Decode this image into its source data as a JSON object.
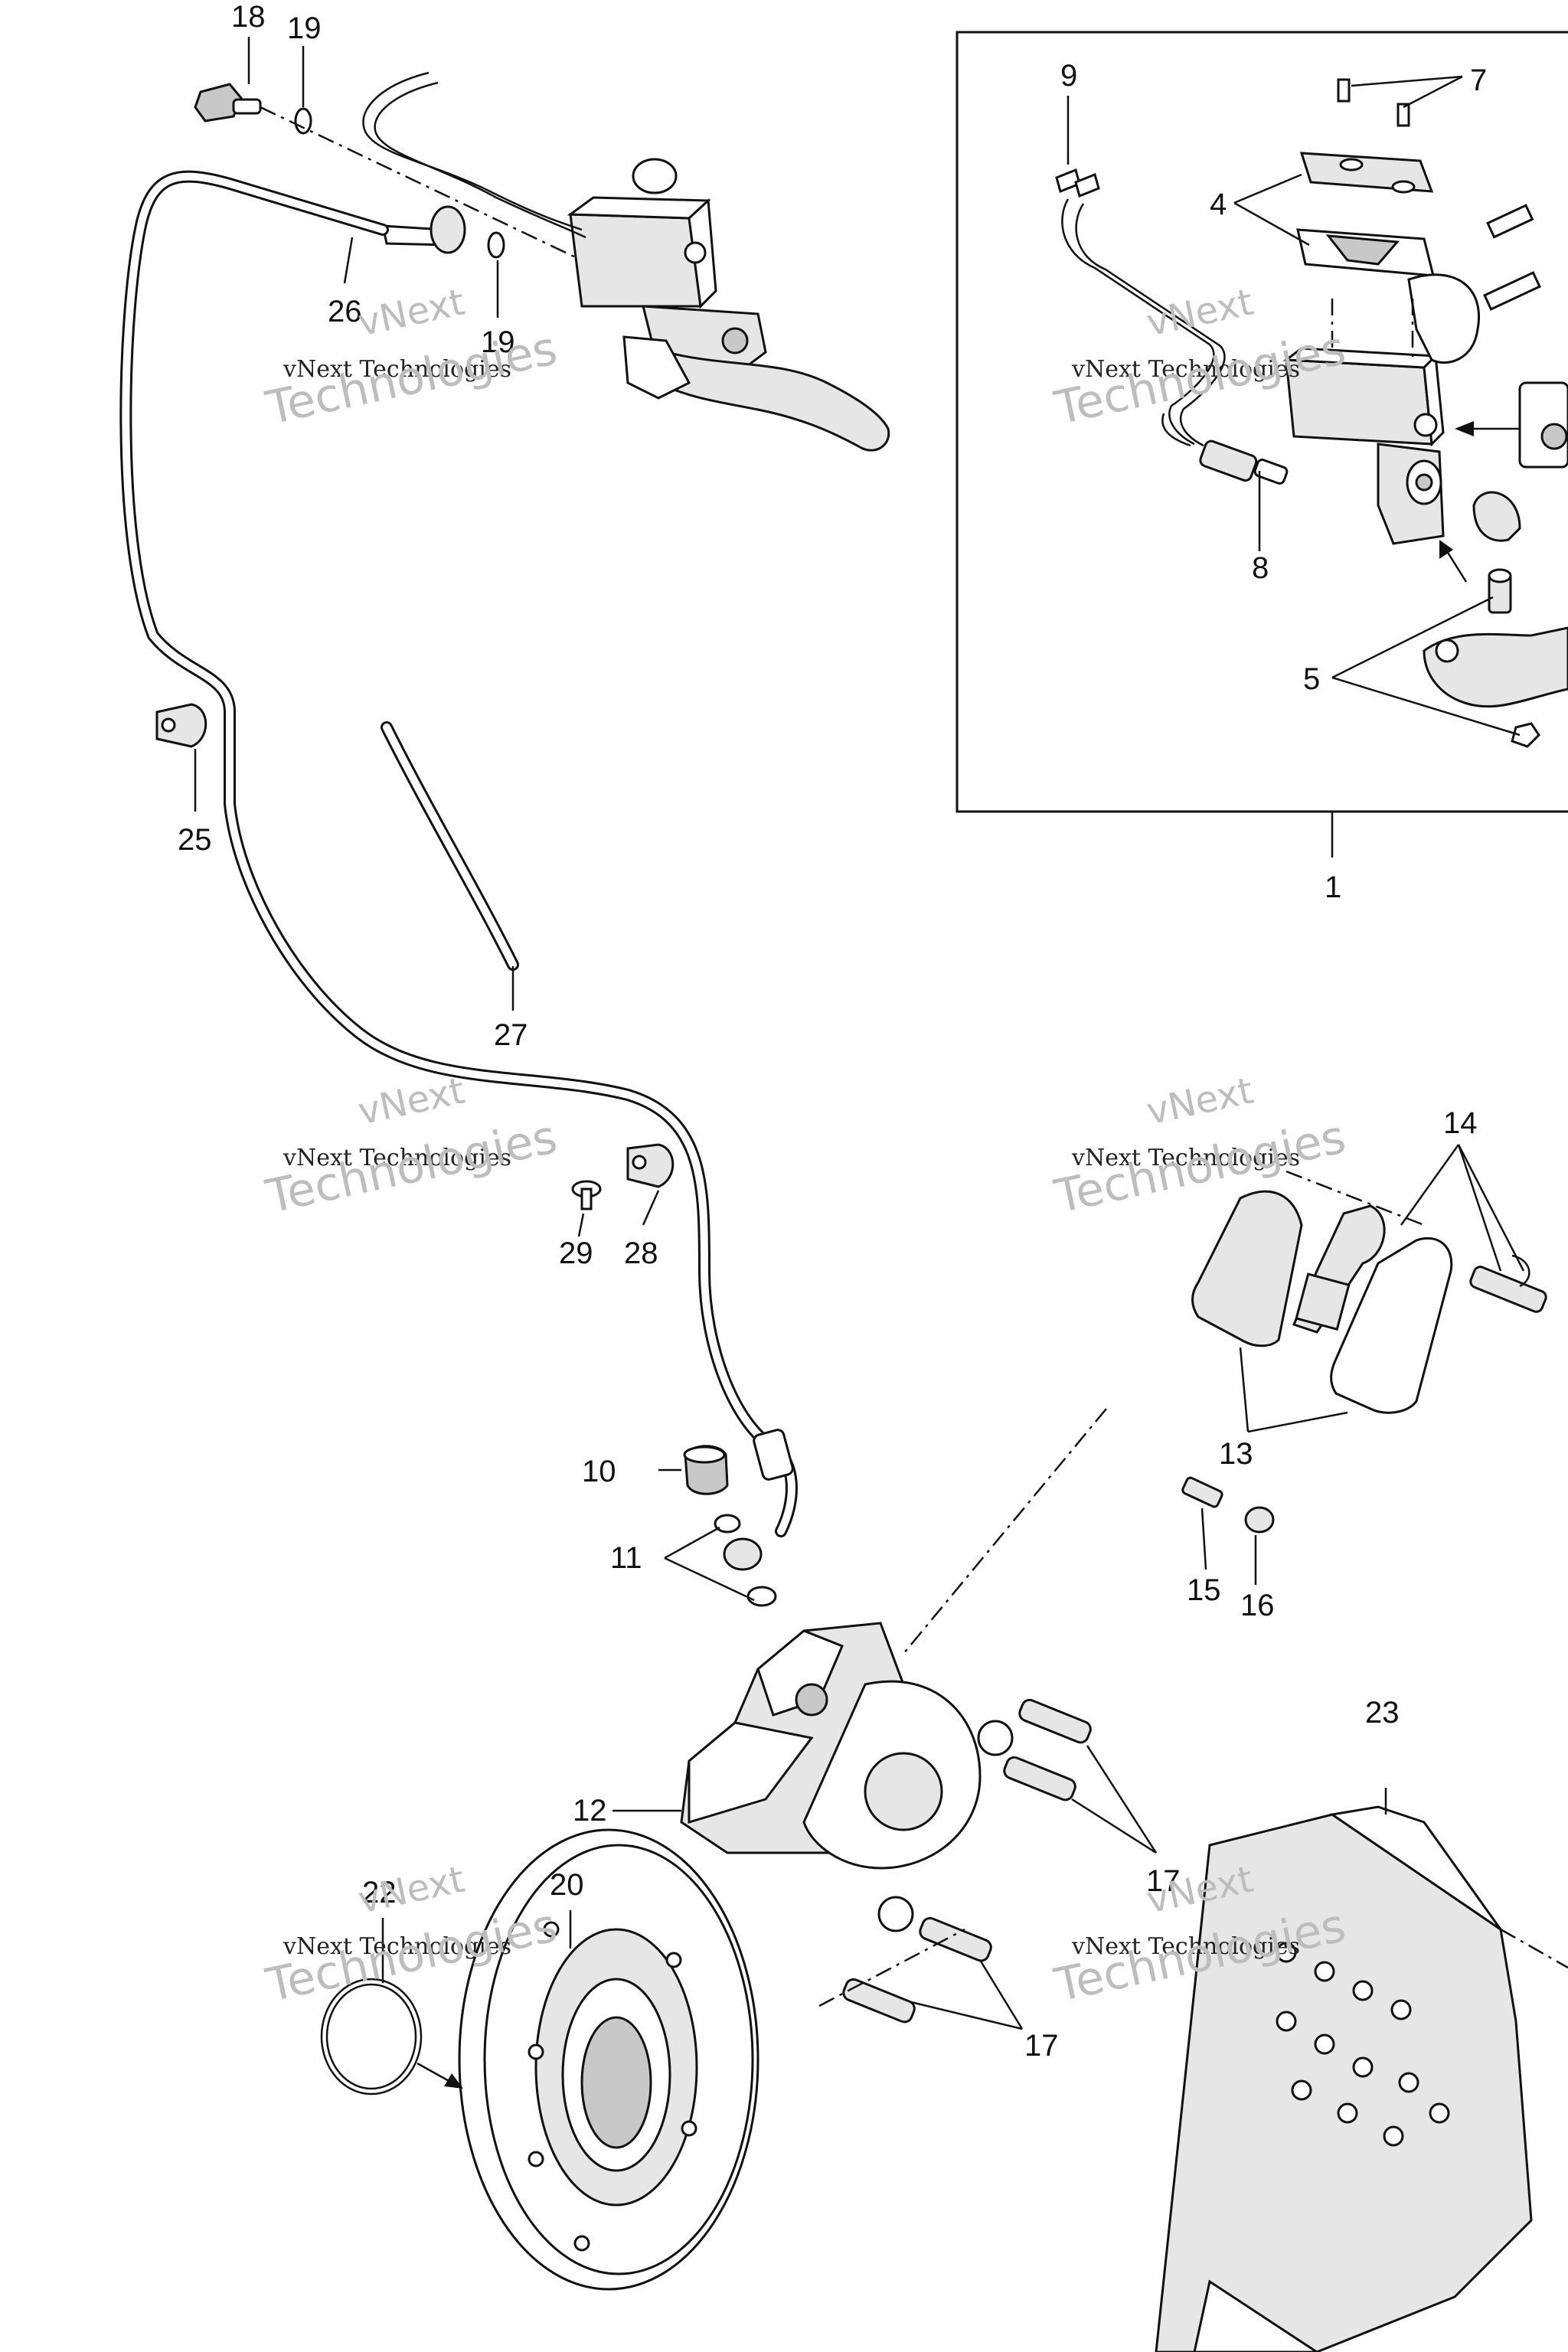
{
  "watermark": {
    "line1": "vNext Technologies",
    "line2": "vNext",
    "line3": "Technologies"
  },
  "callouts": {
    "c1": "1",
    "c4": "4",
    "c5": "5",
    "c7": "7",
    "c8": "8",
    "c9": "9",
    "c10": "10",
    "c11": "11",
    "c12": "12",
    "c13": "13",
    "c14": "14",
    "c15": "15",
    "c16": "16",
    "c17a": "17",
    "c17b": "17",
    "c18": "18",
    "c19a": "19",
    "c19b": "19",
    "c20": "20",
    "c22": "22",
    "c23": "23",
    "c25": "25",
    "c26": "26",
    "c27": "27",
    "c28": "28",
    "c29": "29"
  }
}
